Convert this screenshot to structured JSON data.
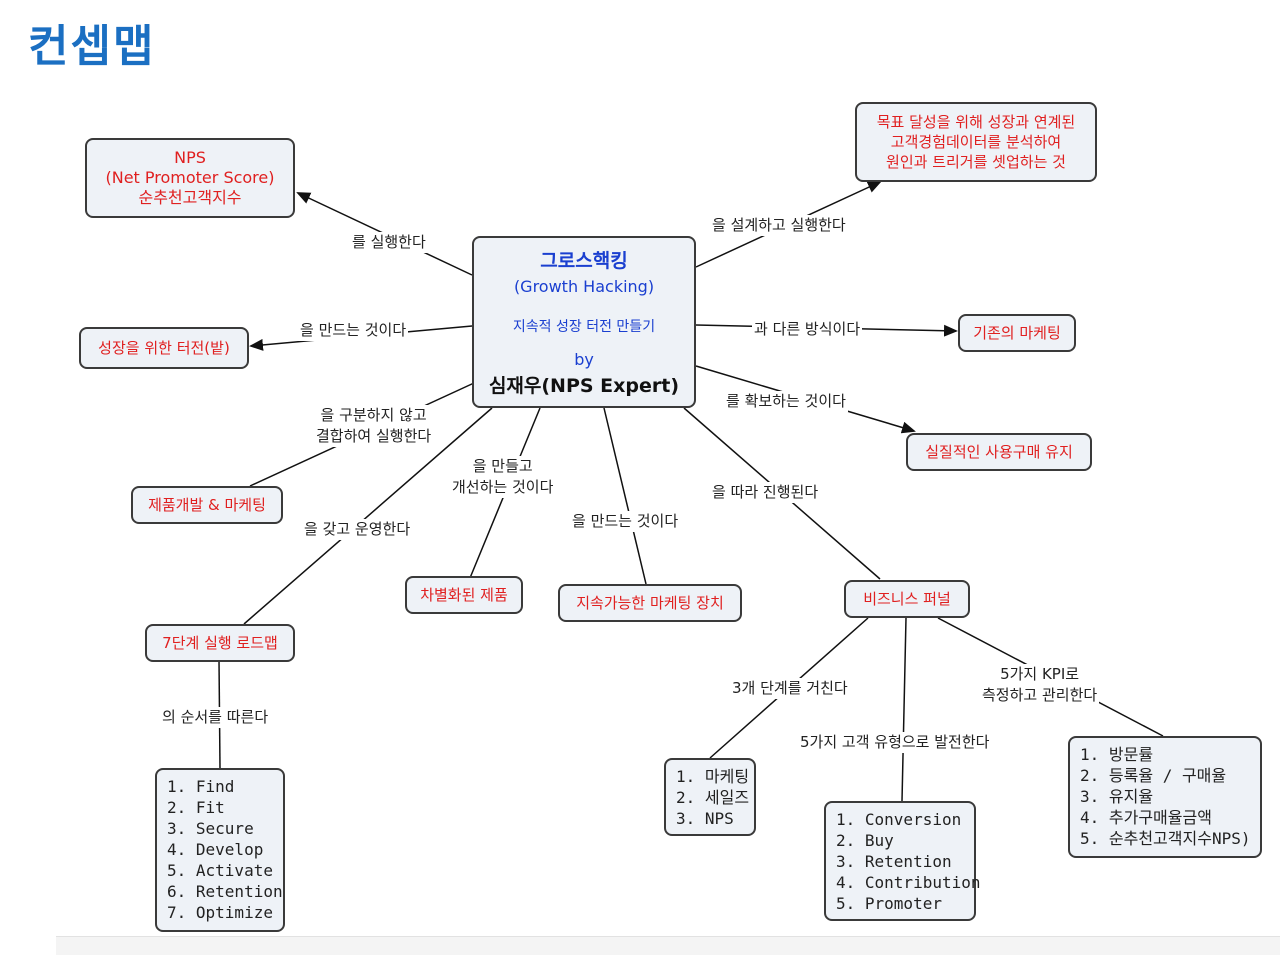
{
  "page_title": "컨셉맵",
  "center": {
    "title": "그로스핵킹",
    "subtitle": "(Growth Hacking)",
    "description": "지속적 성장 터전 만들기",
    "by": "by",
    "author": "심재우(NPS Expert)"
  },
  "nodes": {
    "nps": "NPS\n(Net Promoter Score)\n순추천고객지수",
    "goal": "목표 달성을 위해 성장과 연계된\n고객경험데이터를 분석하여\n원인과 트리거를 셋업하는 것",
    "growth_base": "성장을 위한 터전(밭)",
    "existing_marketing": "기존의 마케팅",
    "real_usage": "실질적인 사용구매 유지",
    "product_marketing": "제품개발 & 마케팅",
    "differentiated": "차별화된 제품",
    "sustainable": "지속가능한 마케팅 장치",
    "funnel": "비즈니스 퍼널",
    "roadmap": "7단계 실행 로드맵"
  },
  "links": {
    "nps": "를 실행한다",
    "goal": "을 설계하고 실행한다",
    "growth_base": "을 만드는 것이다",
    "existing_marketing": "과 다른 방식이다",
    "real_usage": "를 확보하는 것이다",
    "product_marketing": "을 구분하지 않고\n결합하여 실행한다",
    "differentiated": "을 만들고\n개선하는 것이다",
    "sustainable": "을 만드는 것이다",
    "funnel": "을 따라 진행된다",
    "roadmap": "을 갖고 운영한다",
    "roadmap_steps": "의 순서를 따른다",
    "funnel_stages": "3개 단계를 거친다",
    "funnel_types": "5가지 고객 유형으로 발전한다",
    "funnel_kpi": "5가지 KPI로\n측정하고 관리한다"
  },
  "lists": {
    "roadmap_steps": [
      "1. Find",
      "2. Fit",
      "3. Secure",
      "4. Develop",
      "5. Activate",
      "6. Retention",
      "7. Optimize"
    ],
    "funnel_stages": [
      "1. 마케팅",
      "2. 세일즈",
      "3. NPS"
    ],
    "customer_types": [
      "1. Conversion",
      "2. Buy",
      "3. Retention",
      "4. Contribution",
      "5. Promoter"
    ],
    "kpis": [
      "1. 방문률",
      "2. 등록율 / 구매율",
      "3. 유지율",
      "4. 추가구매율금액",
      "5. 순추천고객지수NPS)"
    ]
  },
  "colors": {
    "title": "#1b6fc2",
    "center_text": "#1a3fd0",
    "node_text": "#e02020",
    "node_bg": "#eef2f7",
    "border": "#3a3a3a"
  }
}
